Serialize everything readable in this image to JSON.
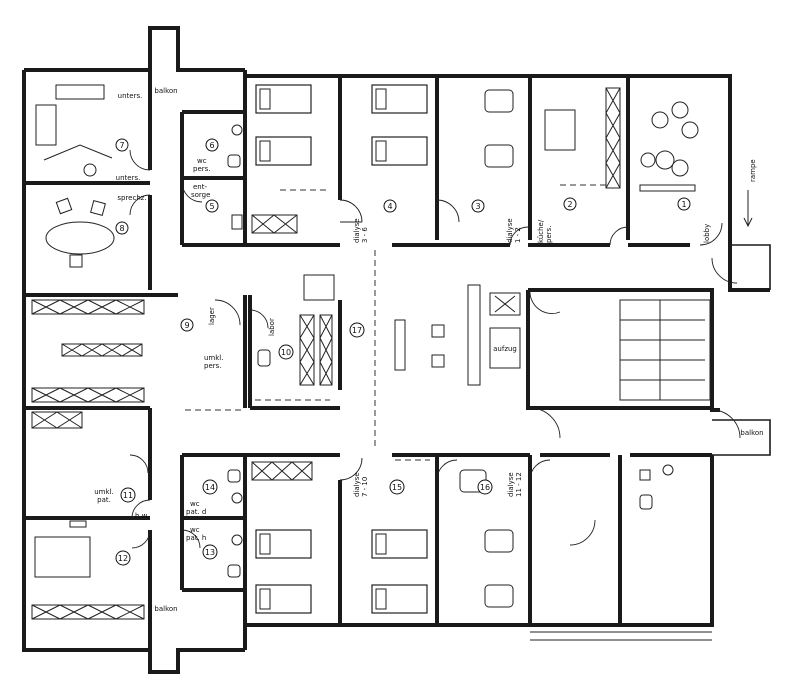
{
  "rooms": [
    {
      "number": "1"
    },
    {
      "number": "2"
    },
    {
      "number": "3"
    },
    {
      "number": "4"
    },
    {
      "number": "5"
    },
    {
      "number": "6"
    },
    {
      "number": "7"
    },
    {
      "number": "8"
    },
    {
      "number": "9"
    },
    {
      "number": "10"
    },
    {
      "number": "11"
    },
    {
      "number": "12"
    },
    {
      "number": "13"
    },
    {
      "number": "14"
    },
    {
      "number": "15"
    },
    {
      "number": "16"
    },
    {
      "number": "17"
    }
  ],
  "labels": {
    "balkon_top": "balkon",
    "balkon_right": "balkon",
    "balkon_bottom": "balkon",
    "unters": "unters.",
    "sprechz": "sprechz.",
    "wc_pers_1": "wc",
    "wc_pers_2": "pers.",
    "entsorge_1": "ent-",
    "entsorge_2": "sorge",
    "dialyse_4_1": "dialyse",
    "dialyse_4_2": "3 - 6",
    "dialyse_3_1": "dialyse",
    "dialyse_3_2": "1 - 2",
    "kuche_1": "küche/",
    "kuche_2": "pers.",
    "lobby": "lobby",
    "rampe": "rampe",
    "lager": "lager",
    "labor": "labor",
    "umkl_pers_1": "umkl.",
    "umkl_pers_2": "pers.",
    "aufzug": "aufzug",
    "umkl_pat_1": "umkl.",
    "umkl_pat_2": "pat.",
    "hw": "h.w.",
    "wc_pat_d_1": "wc",
    "wc_pat_d_2": "pat. d",
    "wc_pat_h_1": "wc",
    "wc_pat_h_2": "pat. h",
    "dialyse_15_1": "dialyse",
    "dialyse_15_2": "7 - 10",
    "dialyse_16_1": "dialyse",
    "dialyse_16_2": "11 - 12"
  }
}
